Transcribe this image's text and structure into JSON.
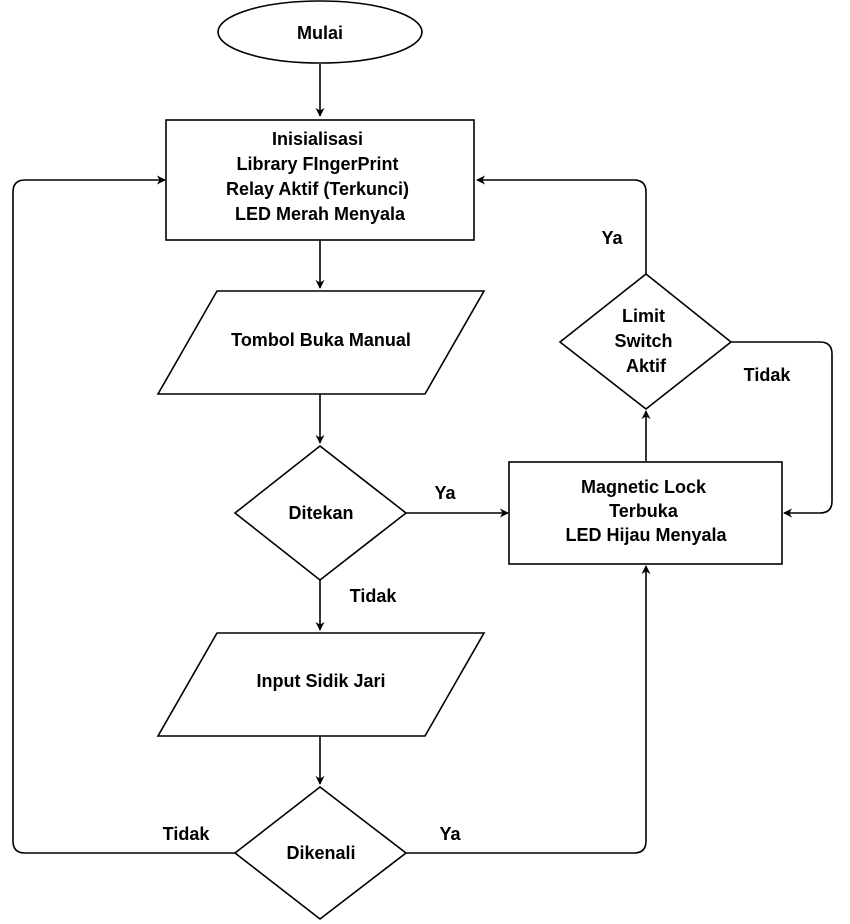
{
  "nodes": {
    "start": {
      "lines": [
        "Mulai"
      ]
    },
    "init": {
      "lines": [
        "Inisialisasi",
        "Library FIngerPrint",
        "Relay Aktif (Terkunci)",
        "LED Merah Menyala"
      ]
    },
    "manual_button": {
      "lines": [
        "Tombol Buka Manual"
      ]
    },
    "pressed": {
      "lines": [
        "Ditekan"
      ]
    },
    "fingerprint_input": {
      "lines": [
        "Input Sidik Jari"
      ]
    },
    "recognized": {
      "lines": [
        "Dikenali"
      ]
    },
    "unlock": {
      "lines": [
        "Magnetic Lock",
        "Terbuka",
        "LED Hijau Menyala"
      ]
    },
    "limit_switch": {
      "lines": [
        "Limit",
        "Switch",
        "Aktif"
      ]
    }
  },
  "edge_labels": {
    "pressed_yes": "Ya",
    "pressed_no": "Tidak",
    "recognized_yes": "Ya",
    "recognized_no": "Tidak",
    "limit_yes": "Ya",
    "limit_no": "Tidak"
  }
}
